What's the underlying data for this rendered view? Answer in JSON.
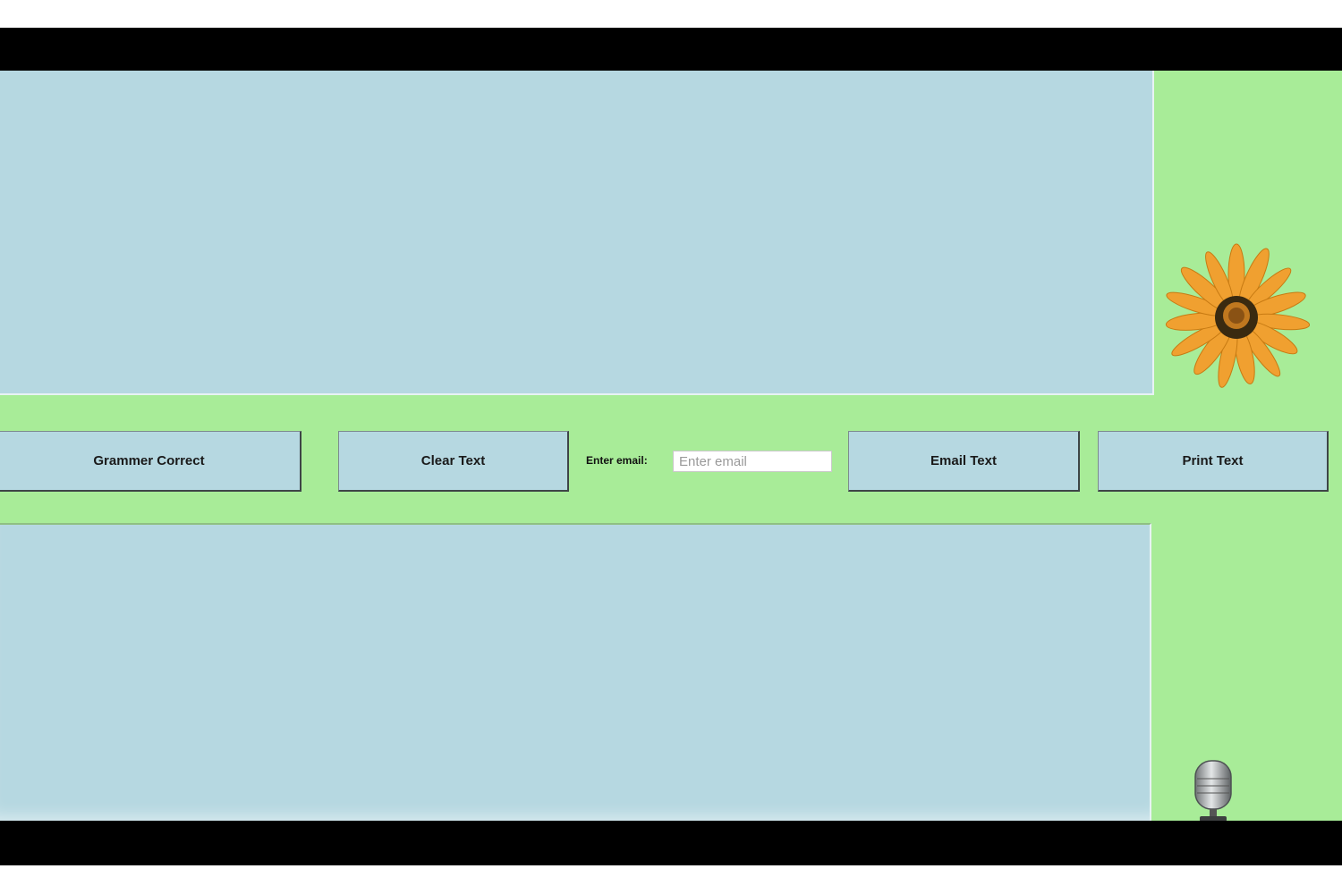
{
  "buttons": {
    "grammar_label": "Grammer Correct",
    "clear_label": "Clear Text",
    "email_label": "Email Text",
    "print_label": "Print Text"
  },
  "email": {
    "label": "Enter email:",
    "placeholder": "Enter email",
    "value": ""
  },
  "input_panel": {
    "value": ""
  },
  "output_panel": {
    "value": ""
  },
  "icons": {
    "flower": "flower-image",
    "microphone": "microphone-icon"
  },
  "colors": {
    "background": "#a8ec98",
    "panel": "#b6d8e1",
    "bars": "#000000",
    "flower_petal": "#f0a030",
    "flower_center": "#3a2a10"
  }
}
